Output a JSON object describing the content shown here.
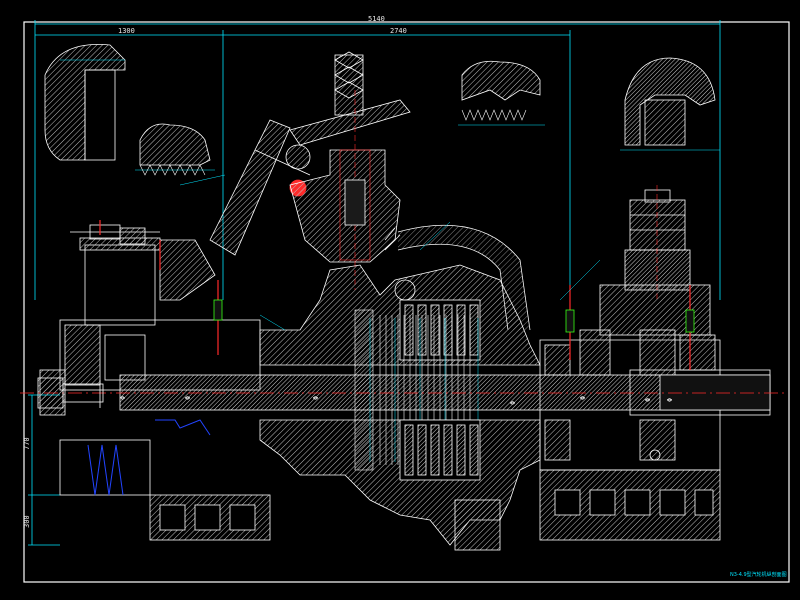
{
  "drawing": {
    "dimensions": {
      "overall_length": "5140",
      "left_span": "1300",
      "right_span": "2740",
      "height_lower": "770",
      "height_base": "300"
    },
    "shaft_labels": [
      "Φ",
      "Φ",
      "Φ",
      "Φ",
      "Φ",
      "Φ",
      "Φ"
    ],
    "title_block": "N3-4.9型汽轮机纵剖面图",
    "colors": {
      "background": "#000000",
      "frame": "#ffffff",
      "outline": "#ffffff",
      "dimension": "#00e5ff",
      "centerline": "#ff2a2a",
      "shaft_fill": "#cccccc",
      "accent_blue": "#2244ff",
      "accent_green": "#39ff14",
      "accent_yellow": "#ffd400"
    }
  }
}
